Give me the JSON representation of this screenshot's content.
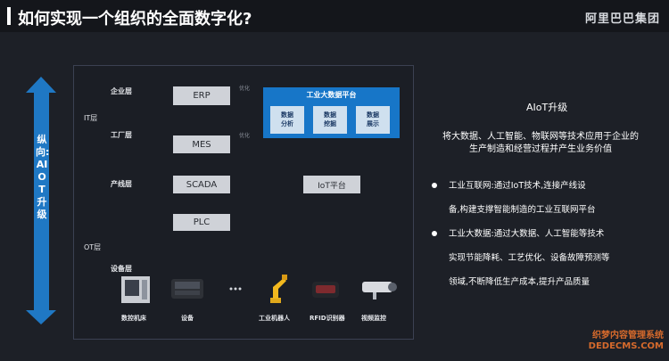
{
  "header": {
    "title": "如何实现一个组织的全面数字化?",
    "logo": "阿里巴巴集团"
  },
  "side_arrow": {
    "label": "纵向:AIOT升级",
    "color": "#1f78c4"
  },
  "layers": {
    "it": "IT层",
    "ot": "OT层",
    "enterprise": "企业层",
    "factory": "工厂层",
    "line": "产线层",
    "device": "设备层"
  },
  "systems": {
    "erp": "ERP",
    "mes": "MES",
    "scada": "SCADA",
    "plc": "PLC",
    "iot": "IoT平台",
    "opt1": "优化",
    "opt2": "优化"
  },
  "bigdata": {
    "title": "工业大数据平台",
    "items": [
      "数据\n分析",
      "数据\n挖掘",
      "数据\n展示"
    ],
    "color": "#1776c8"
  },
  "devices": [
    {
      "label": "数控机床",
      "icon": "cnc-machine-icon"
    },
    {
      "label": "设备",
      "icon": "equipment-icon"
    },
    {
      "label": "...",
      "icon": "ellipsis-icon"
    },
    {
      "label": "工业机器人",
      "icon": "robot-arm-icon"
    },
    {
      "label": "RFID识别器",
      "icon": "rfid-reader-icon"
    },
    {
      "label": "视频监控",
      "icon": "security-camera-icon"
    }
  ],
  "right": {
    "title": "AIoT升级",
    "desc_line1": "将大数据、人工智能、物联网等技术应用于企业的",
    "desc_line2": "生产制造和经营过程并产生业务价值",
    "bullet1_line1": "工业互联网:通过IoT技术,连接产线设",
    "bullet1_line2": "备,构建支撑智能制造的工业互联网平台",
    "bullet2_line1": "工业大数据:通过大数据、人工智能等技术",
    "bullet2_line2": "实现节能降耗、工艺优化、设备故障预测等",
    "bullet2_line3": "领域,不断降低生产成本,提升产品质量"
  },
  "watermark": {
    "line1": "织梦内容管理系统",
    "line2": "DEDECMS.COM"
  },
  "colors": {
    "background": "#1d2027",
    "link_red": "#c2434a",
    "accent_blue": "#1776c8"
  }
}
